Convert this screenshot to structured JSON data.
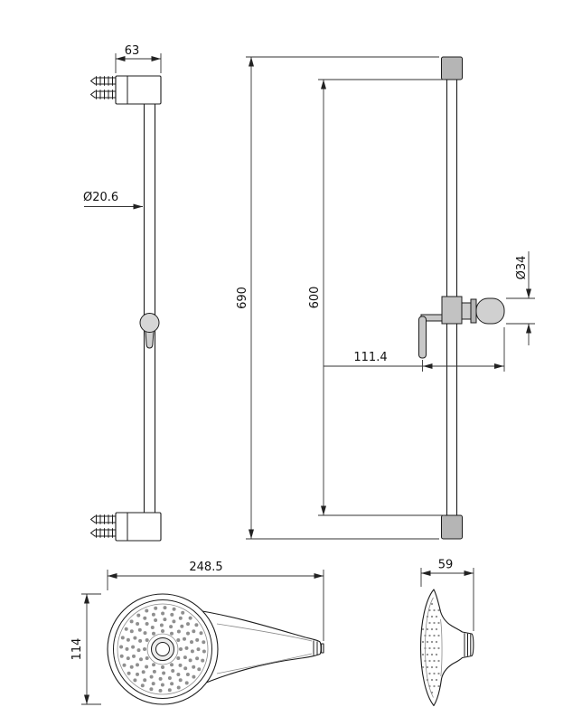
{
  "colors": {
    "line": "#1c1c1c",
    "fill_gray": "#c9c9c9",
    "fill_cap": "#b5b5b5",
    "background": "#ffffff"
  },
  "views": {
    "bracket_side": {
      "dim_bracket_width": "63",
      "dim_bar_diameter": "Ø20.6"
    },
    "bar_front": {
      "dim_overall_height": "690",
      "dim_rail_length": "600",
      "dim_holder_diameter": "Ø34",
      "dim_holder_reach": "111.4"
    },
    "handset_top": {
      "dim_length": "248.5",
      "dim_head_diameter": "114"
    },
    "handset_side": {
      "dim_depth": "59"
    }
  }
}
